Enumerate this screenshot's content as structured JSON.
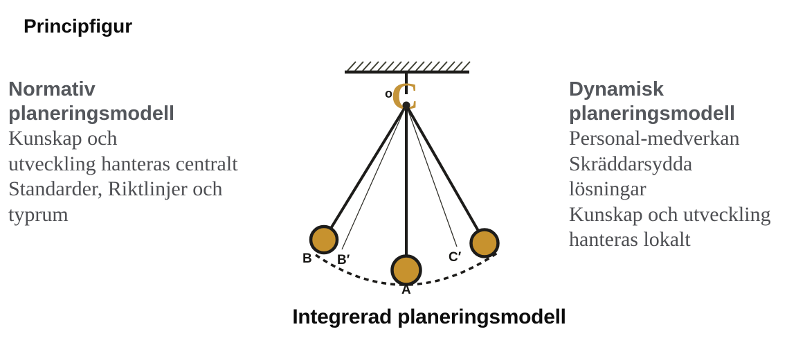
{
  "page": {
    "title": "Principfigur",
    "caption": "Integrerad planeringsmodell"
  },
  "left_panel": {
    "heading": [
      "Normativ",
      "planeringsmodell"
    ],
    "body": [
      "Kunskap och",
      "utveckling hanteras centralt",
      "Standarder, Riktlinjer och",
      "typrum"
    ]
  },
  "right_panel": {
    "heading": [
      "Dynamisk",
      "planeringsmodell"
    ],
    "body": [
      "Personal-medverkan",
      "Skräddarsydda",
      "lösningar",
      "Kunskap och utveckling",
      "hanteras lokalt"
    ]
  },
  "pendulum": {
    "hook_glyph": "C",
    "labels": {
      "pivot": "o",
      "far_left": "B",
      "mid_left": "B′",
      "bottom": "A",
      "mid_right": "C′"
    },
    "colors": {
      "ball_fill": "#C7922E",
      "ball_stroke": "#1d1c1a",
      "hook": "#C4943A",
      "line": "#1d1c1a"
    }
  },
  "colors": {
    "title": "#0c0c0c",
    "heading": "#54575C",
    "body_text": "#4E4F53"
  }
}
